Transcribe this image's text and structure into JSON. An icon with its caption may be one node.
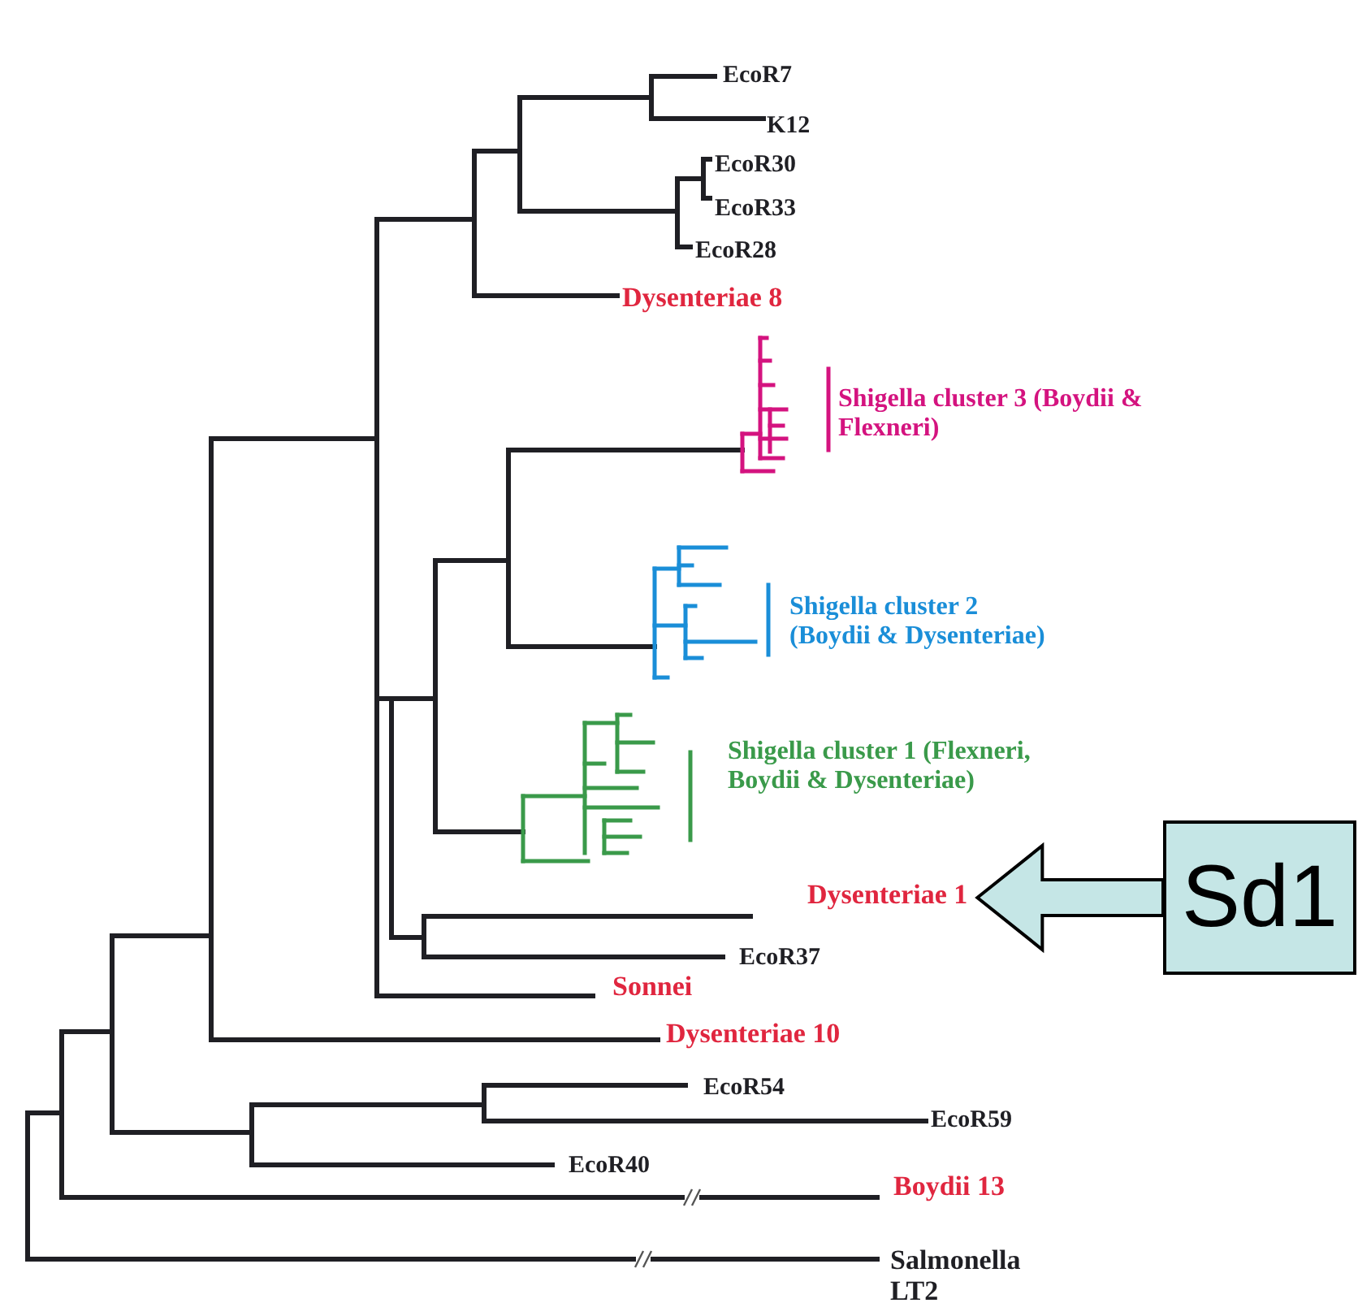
{
  "diagram": {
    "nodes": [
      {
        "text": [
          "Dysenteriae 1"
        ]
      },
      {
        "text": [
          "Sd1"
        ]
      }
    ],
    "edges": [
      {
        "from": 1,
        "to": 0,
        "arrow": "to"
      }
    ],
    "labels": [
      "EcoR7",
      "K12",
      "EcoR30",
      "EcoR33",
      "EcoR28",
      "Dysenteriae 8",
      "Shigella cluster 3 (Boydii & Flexneri)",
      "Shigella cluster 2 (Boydii & Dysenteriae)",
      "Shigella cluster 1 (Flexneri, Boydii & Dysenteriae)",
      "EcoR37",
      "Sonnei",
      "Dysenteriae 10",
      "EcoR54",
      "EcoR59",
      "EcoR40",
      "Boydii 13",
      "Salmonella LT2"
    ]
  }
}
